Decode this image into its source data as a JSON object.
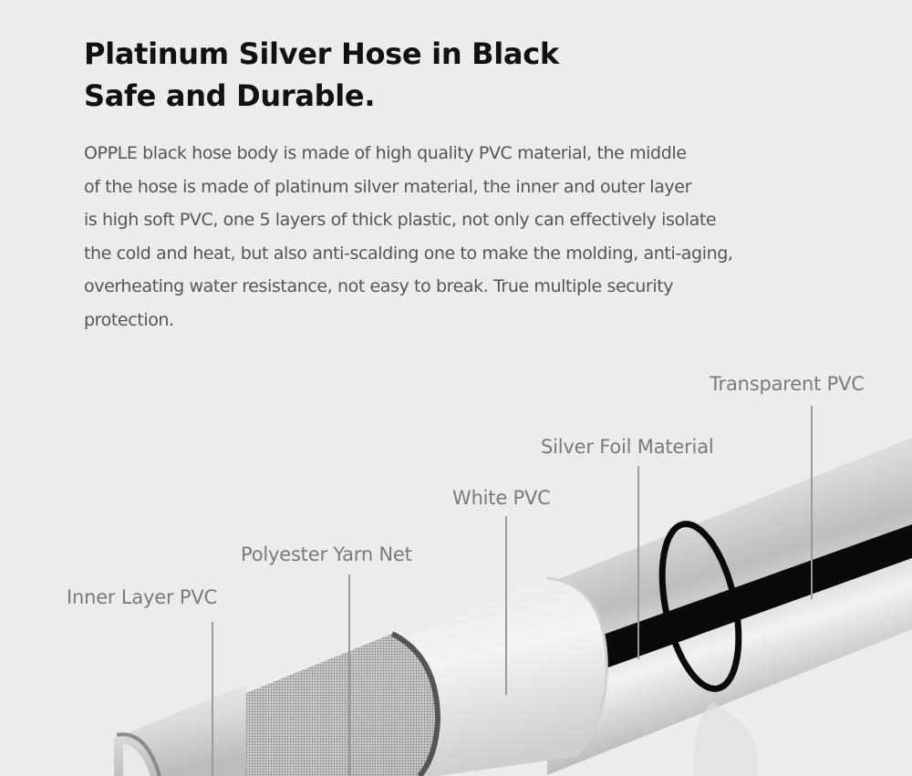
{
  "header": {
    "title_line1": "Platinum Silver Hose in Black",
    "title_line2": "Safe and Durable."
  },
  "description": {
    "lines": [
      "OPPLE black hose body is made of high quality PVC material, the middle",
      "of the hose is made of platinum silver material, the inner and outer layer",
      "is high soft PVC, one 5 layers of thick plastic, not only can effectively isolate",
      "the cold and heat, but also anti-scalding one to make the molding, anti-aging,",
      "overheating water resistance, not easy to break. True multiple security",
      "protection."
    ]
  },
  "diagram": {
    "labels": {
      "transparent_pvc": "Transparent PVC",
      "silver_foil": "Silver Foil Material",
      "white_pvc": "White PVC",
      "polyester_net": "Polyester Yarn Net",
      "inner_layer": "Inner Layer PVC"
    },
    "colors": {
      "background": "#ececec",
      "label": "#7a7a7a",
      "leader": "#9a9a9a",
      "black_stripe": "#0a0a0a"
    }
  }
}
